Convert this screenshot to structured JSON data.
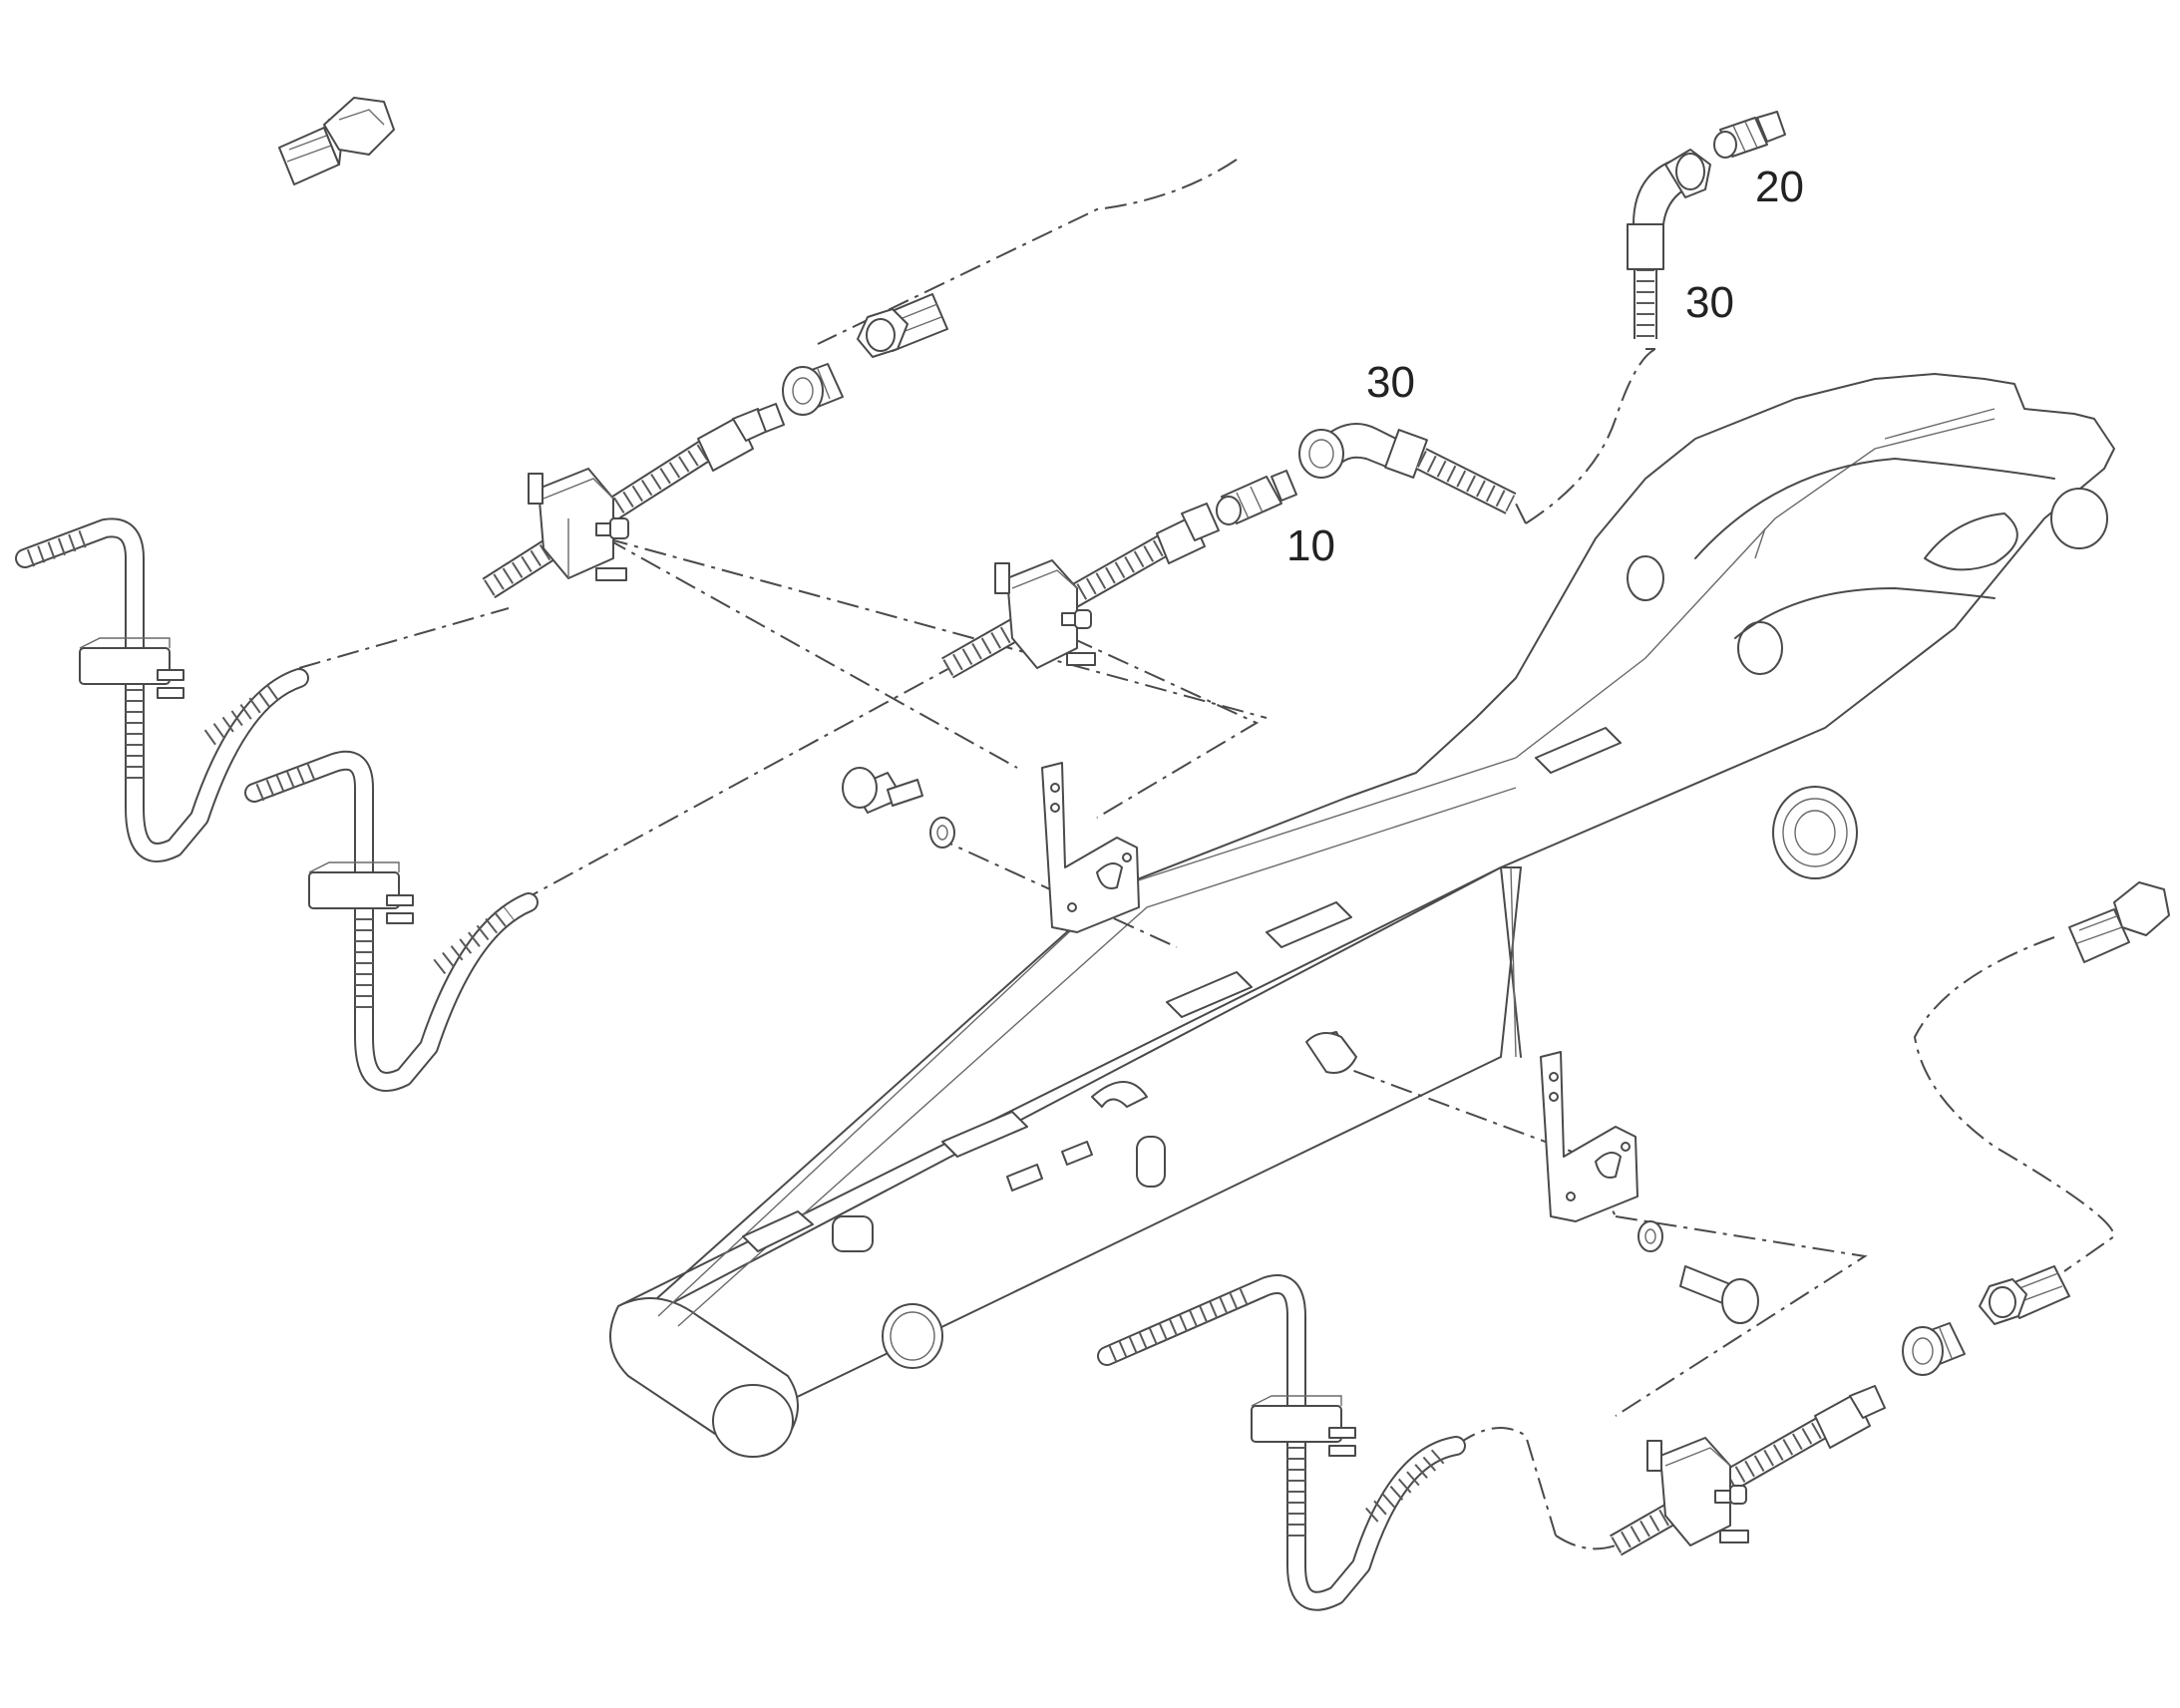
{
  "callouts": [
    {
      "label": "20"
    },
    {
      "label": "30"
    },
    {
      "label": "30"
    },
    {
      "label": "10"
    }
  ],
  "colors": {
    "line": "#4a4a4a",
    "background": "#ffffff"
  }
}
